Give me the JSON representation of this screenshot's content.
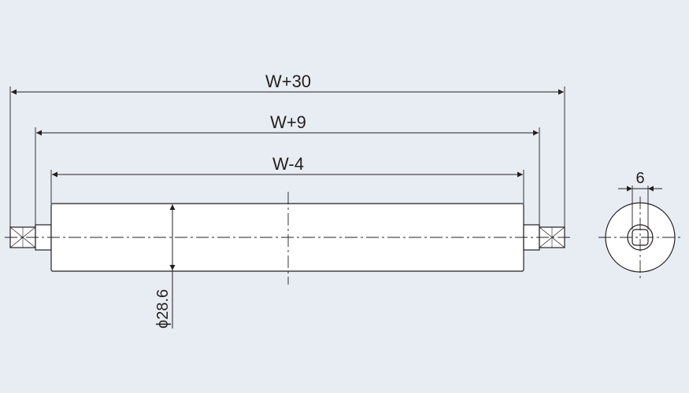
{
  "dimensions": {
    "overall": "W+30",
    "shaft_span": "W+9",
    "tube_length": "W-4",
    "diameter": "ϕ28.6",
    "hex_width": "6"
  },
  "colors": {
    "background": "#e8edf3",
    "line": "#231f20",
    "body": "#ffffff"
  }
}
